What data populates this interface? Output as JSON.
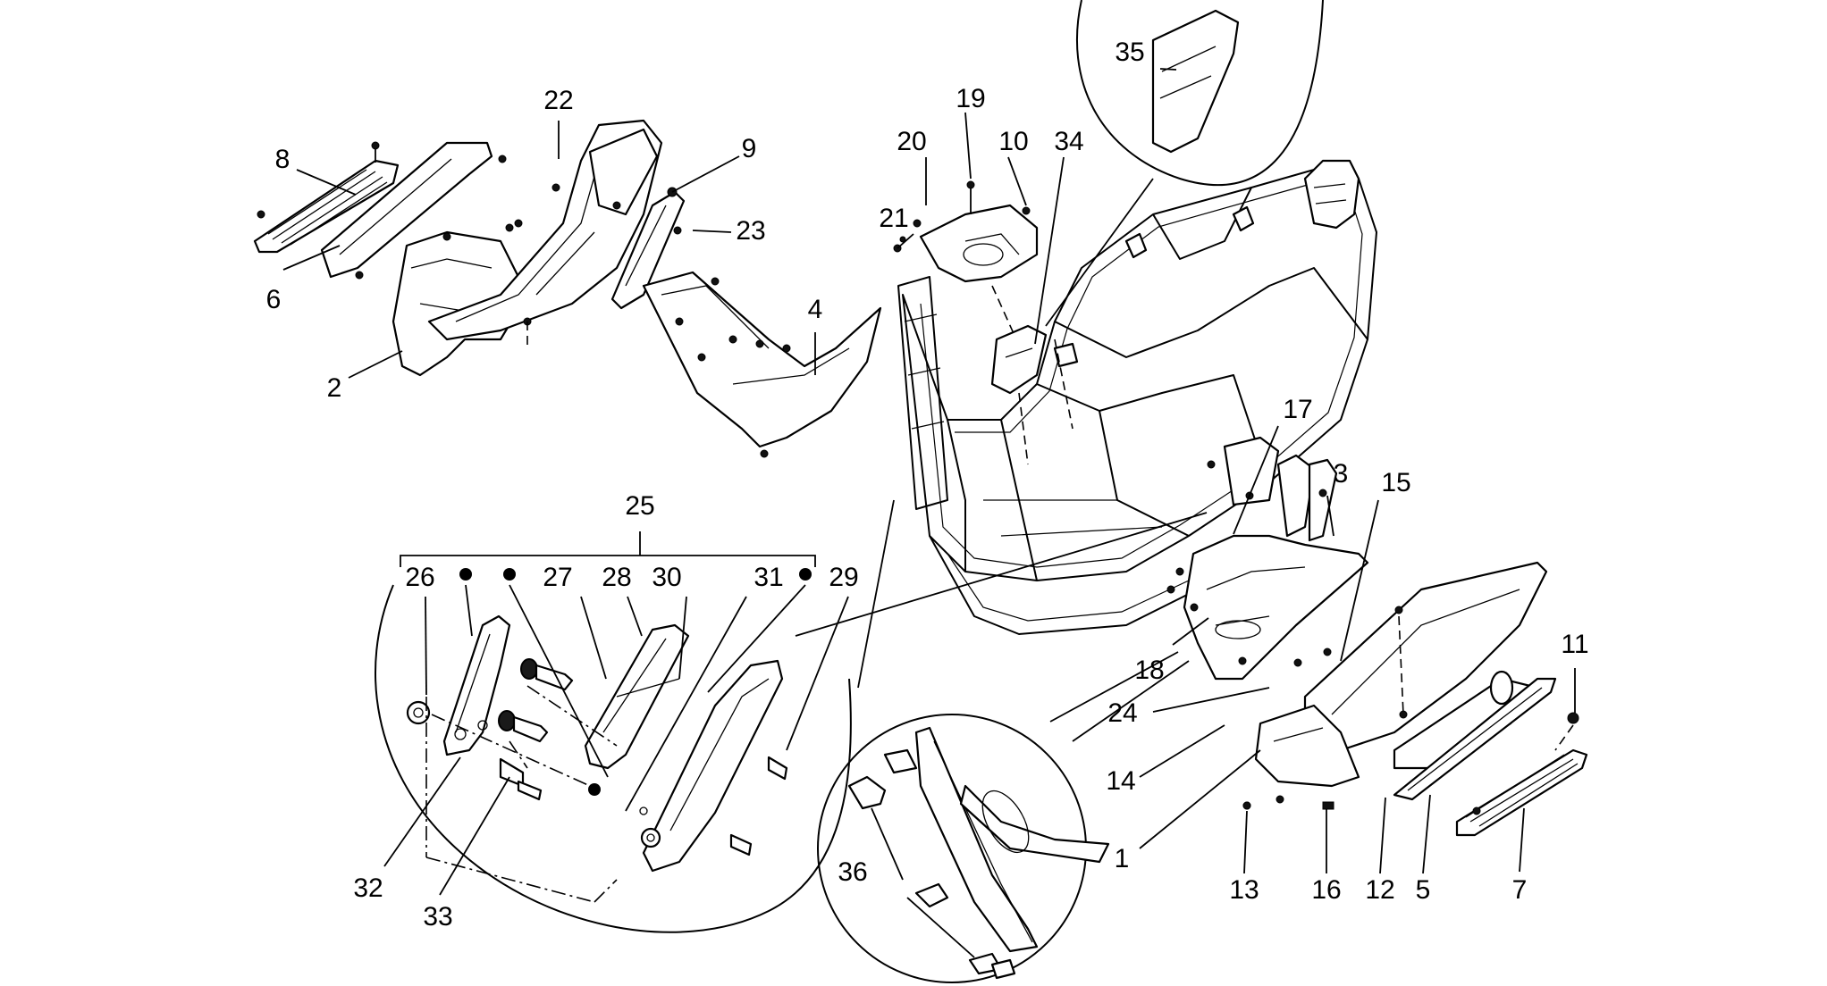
{
  "diagram": {
    "callouts": {
      "c1": "1",
      "c2": "2",
      "c3": "3",
      "c4": "4",
      "c5": "5",
      "c6": "6",
      "c7": "7",
      "c8": "8",
      "c9": "9",
      "c10": "10",
      "c11": "11",
      "c12": "12",
      "c13": "13",
      "c14": "14",
      "c15": "15",
      "c16": "16",
      "c17": "17",
      "c18": "18",
      "c19": "19",
      "c20": "20",
      "c21": "21",
      "c22": "22",
      "c23": "23",
      "c24": "24",
      "c25": "25",
      "c26": "26",
      "c27": "27",
      "c28": "28",
      "c29": "29",
      "c30": "30",
      "c31": "31",
      "c32": "32",
      "c33": "33",
      "c34": "34",
      "c35": "35",
      "c36": "36"
    }
  }
}
